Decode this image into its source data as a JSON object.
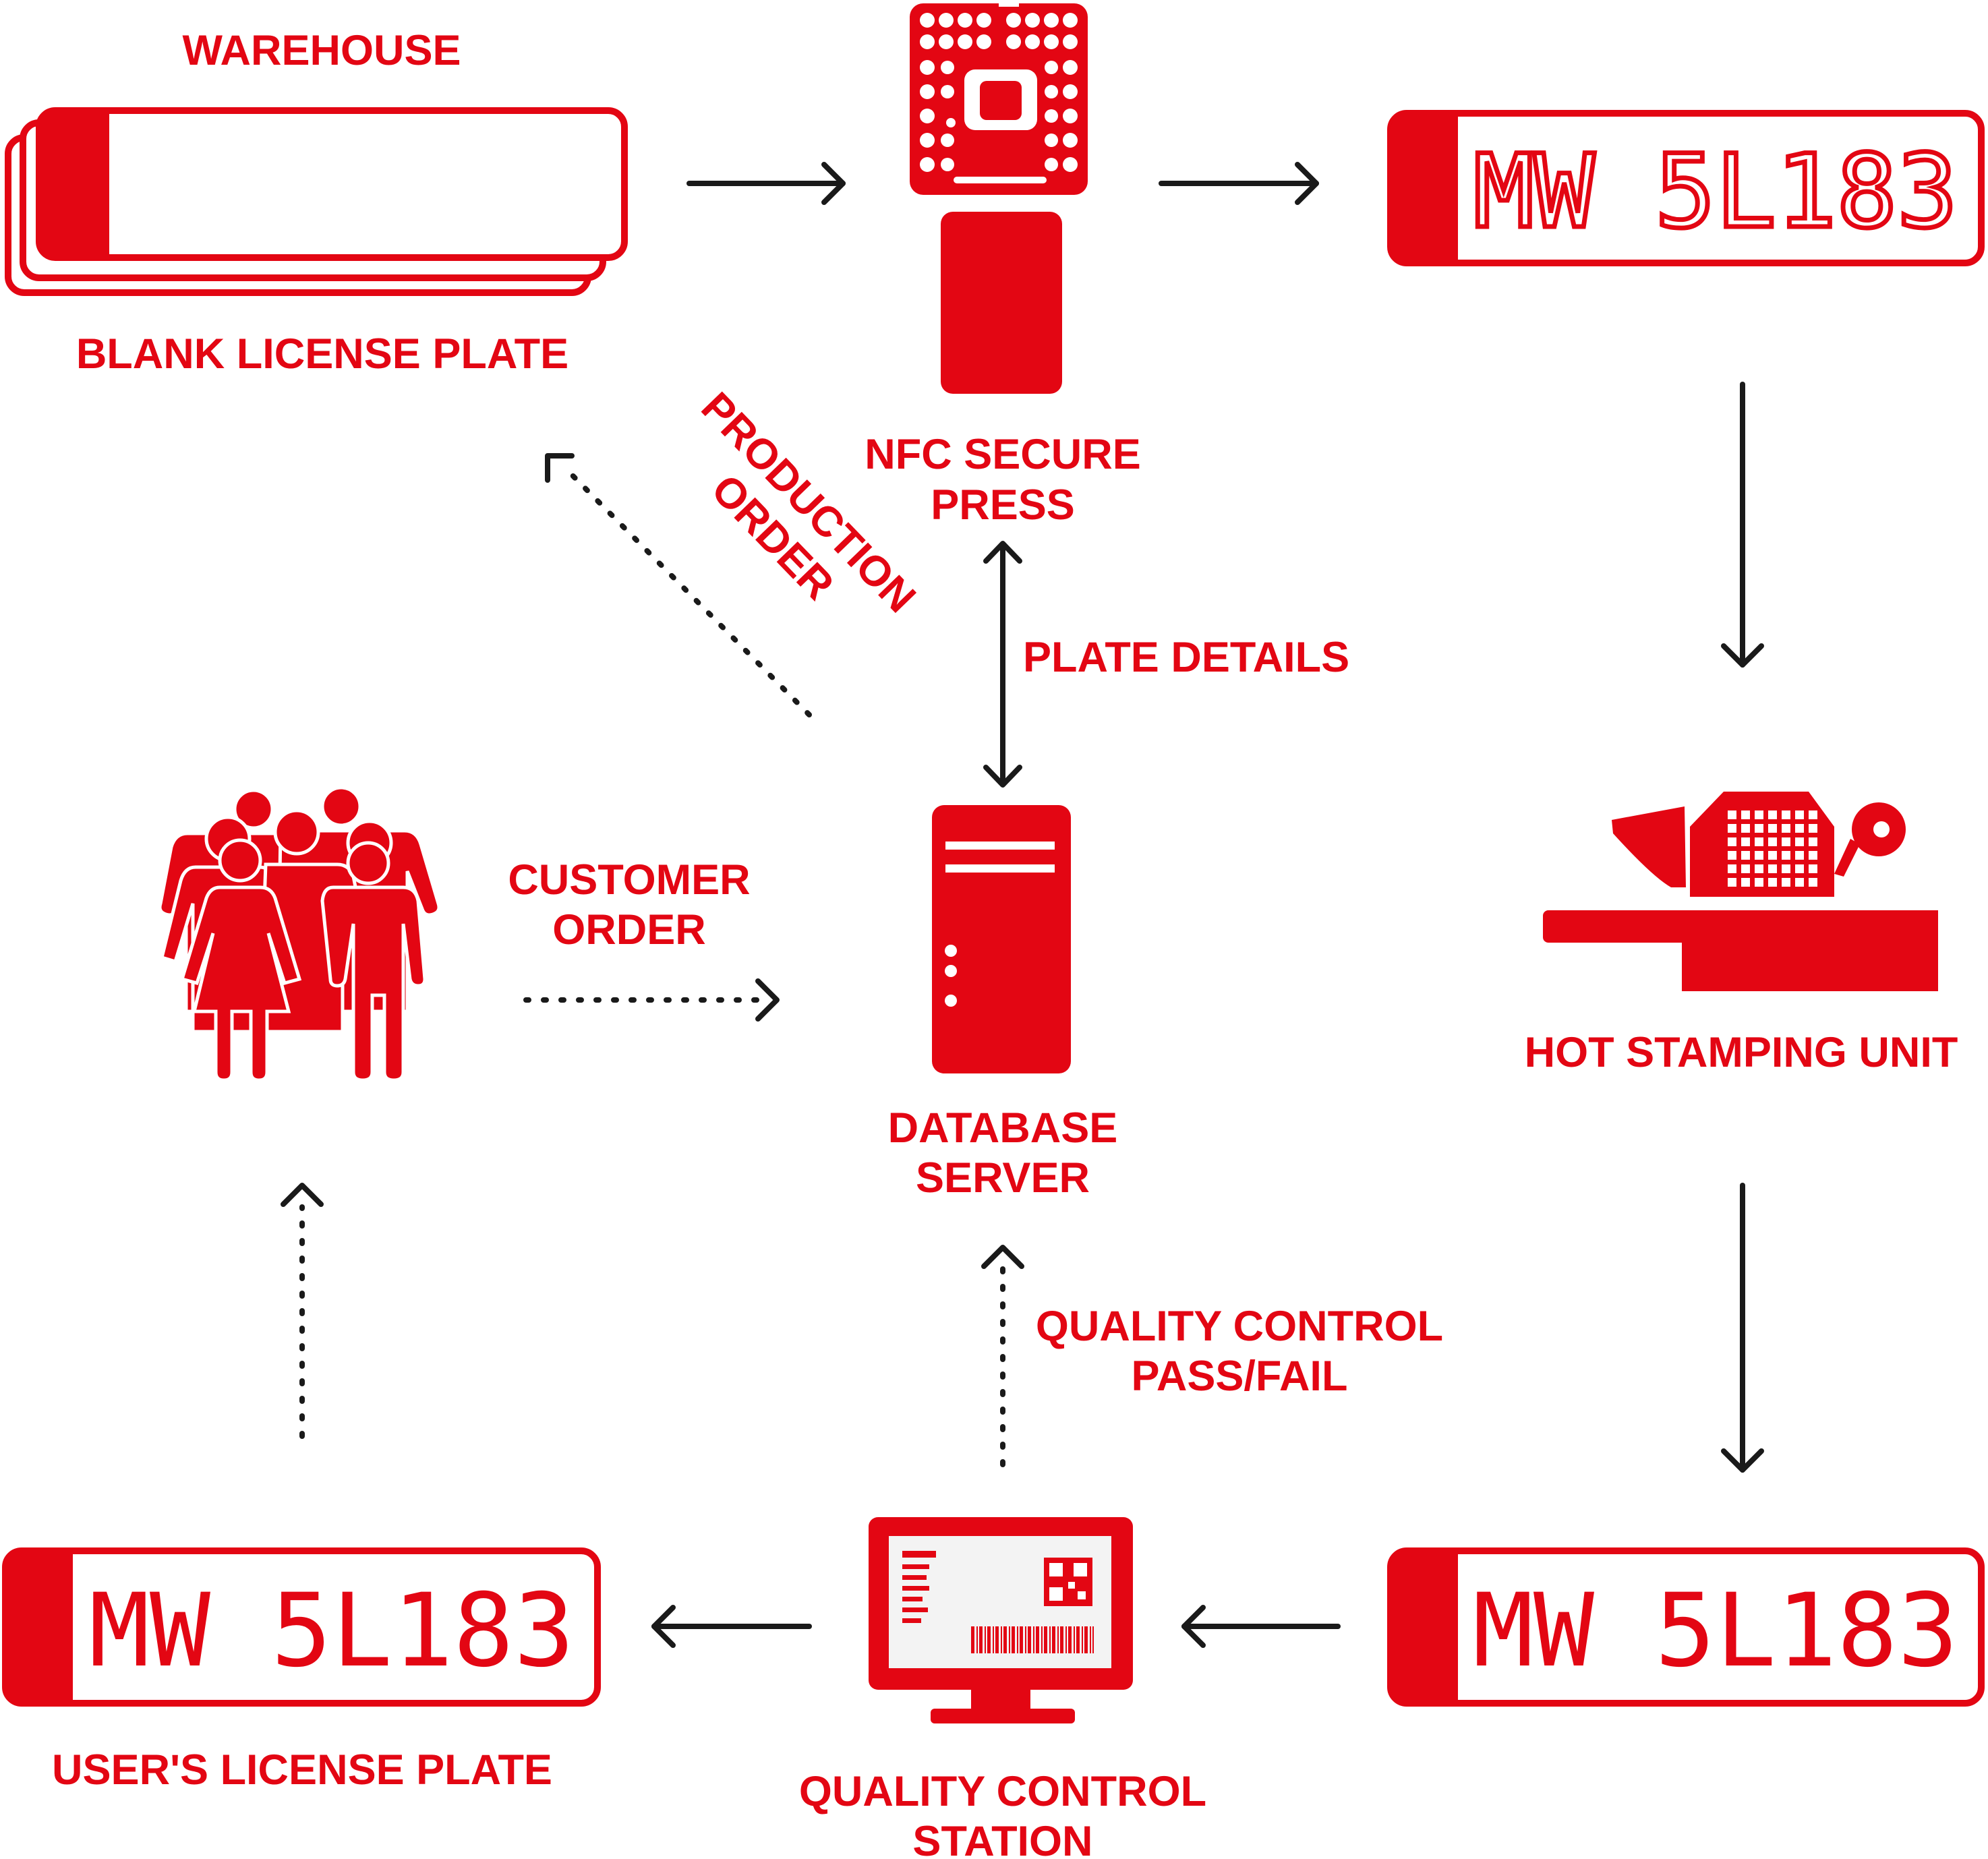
{
  "colors": {
    "accent": "#e30613",
    "arrow": "#1a1a1a",
    "background": "#ffffff"
  },
  "labels": {
    "warehouse": "WAREHOUSE",
    "blank_plate": "BLANK LICENSE PLATE",
    "nfc_line1": "NFC SECURE",
    "nfc_line2": "PRESS",
    "production_line1": "PRODUCTION",
    "production_line2": "ORDER",
    "plate_details": "PLATE DETAILS",
    "customer_line1": "CUSTOMER",
    "customer_line2": "ORDER",
    "database_line1": "DATABASE",
    "database_line2": "SERVER",
    "hot_stamping": "HOT STAMPING UNIT",
    "qc_passfail_line1": "QUALITY CONTROL",
    "qc_passfail_line2": "PASS/FAIL",
    "users_plate": "USER'S LICENSE PLATE",
    "qc_station_line1": "QUALITY CONTROL",
    "qc_station_line2": "STATION"
  },
  "plate_number": "MW 5L183",
  "icons": {
    "blank_plate": "blank-plate-stack-icon",
    "nfc_press": "nfc-press-icon",
    "pressed_plate": "pressed-plate-icon",
    "people": "people-group-icon",
    "server": "server-tower-icon",
    "stamping": "hot-stamping-machine-icon",
    "monitor": "qc-monitor-icon",
    "finished_plate": "finished-plate-icon",
    "user_plate": "user-plate-icon"
  }
}
